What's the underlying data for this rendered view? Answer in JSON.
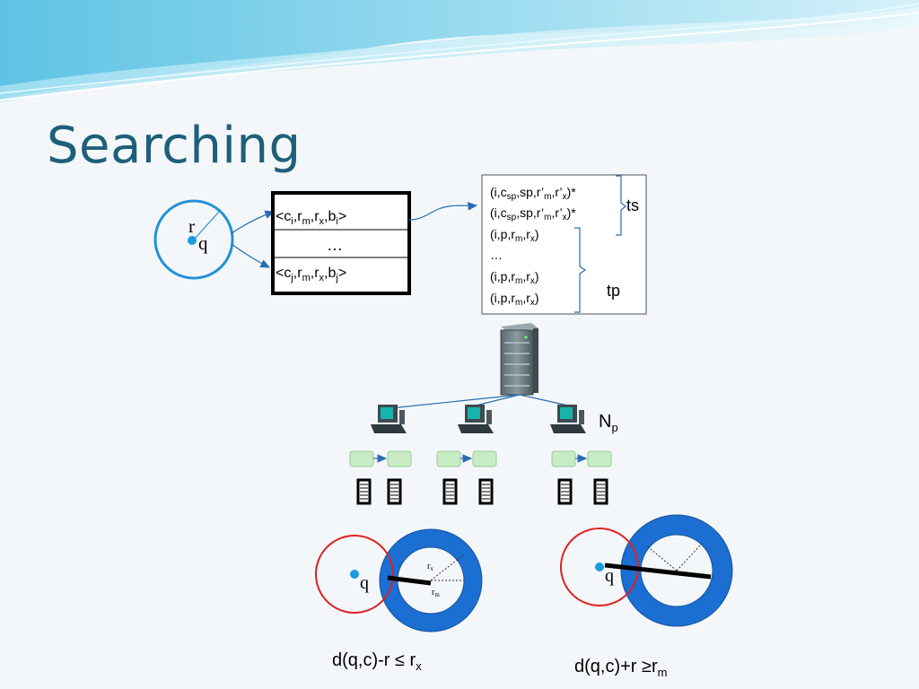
{
  "title": "Searching",
  "query_circle": {
    "radius_label": "r",
    "query_label": "q"
  },
  "index_table": {
    "row1": {
      "pre": "<c",
      "s1": "i",
      "m1": ",r",
      "s2": "m",
      "m2": ",r",
      "s3": "x",
      "m3": ",b",
      "s4": "i",
      "post": ">"
    },
    "row2": "…",
    "row3": {
      "pre": "<c",
      "s1": "j",
      "m1": ",r",
      "s2": "m",
      "m2": ",r",
      "s3": "x",
      "m3": ",b",
      "s4": "j",
      "post": ">"
    }
  },
  "tuple_list": {
    "ts_rows": [
      {
        "a": "(i,c",
        "b": "sp",
        "c": ",sp,r’",
        "d": "m",
        "e": ",r’",
        "f": "x",
        "g": ")*"
      },
      {
        "a": "(i,c",
        "b": "sp",
        "c": ",sp,r’",
        "d": "m",
        "e": ",r’",
        "f": "x",
        "g": ")*"
      }
    ],
    "tp_rows": [
      {
        "a": "(i,p,r",
        "b": "m",
        "c": ",r",
        "d": "x",
        "e": ")"
      },
      {
        "text": "…"
      },
      {
        "a": "(i,p,r",
        "b": "m",
        "c": ",r",
        "d": "x",
        "e": ")"
      },
      {
        "a": "(i,p,r",
        "b": "m",
        "c": ",r",
        "d": "x",
        "e": ")"
      }
    ],
    "ts_label": "ts",
    "tp_label": "tp"
  },
  "peers_label": {
    "main": "N",
    "sub": "p"
  },
  "ring_case_1": {
    "query_label": "q",
    "rx_label": "r",
    "rx_sub": "x",
    "rm_label": "r",
    "rm_sub": "m",
    "caption": {
      "main": "d(q,c)-r ≤ r",
      "sub": "x"
    }
  },
  "ring_case_2": {
    "query_label": "q",
    "caption": {
      "main": "d(q,c)+r ≥r",
      "sub": "m"
    }
  },
  "colors": {
    "title": "#1f5f7a",
    "query_circle": "#2391d9",
    "query_point": "#1a9be0",
    "arrow": "#2a6db0",
    "ring": "#1b6fd2",
    "ring_edge": "#16539c",
    "search_circle": "#e02020",
    "node_box": "#c8ecc3"
  }
}
